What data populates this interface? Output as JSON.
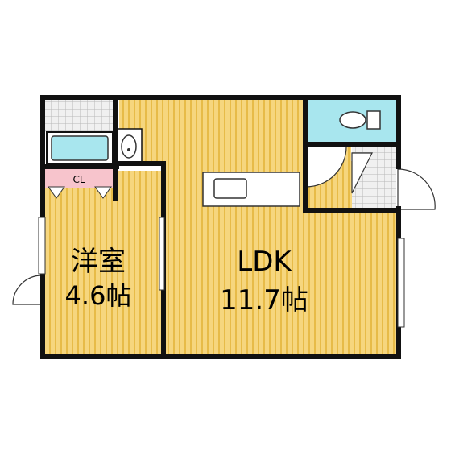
{
  "rooms": {
    "western_room": {
      "name": "洋室",
      "size": "4.6帖"
    },
    "ldk": {
      "name": "LDK",
      "size": "11.7帖"
    },
    "closet": {
      "name": "CL"
    }
  },
  "colors": {
    "floor_wood": "#f6d67e",
    "floor_stripe": "#e7bb48",
    "wall": "#111111",
    "water_fixture": "#a8e6ee",
    "tile": "#d8d8d8",
    "closet": "#f7c4cc",
    "door": "#ffffff"
  },
  "icons": [
    "toilet-icon",
    "bathtub-icon",
    "sink-icon",
    "kitchen-counter-icon",
    "door-swing-icon",
    "window-icon"
  ]
}
